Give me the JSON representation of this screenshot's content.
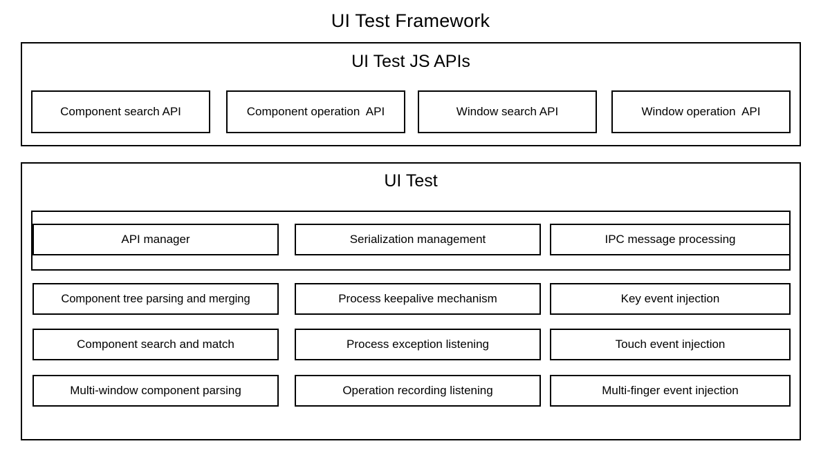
{
  "diagram": {
    "title": "UI Test Framework",
    "sections": [
      {
        "id": "ui-test-js-apis",
        "heading": "UI Test JS APIs",
        "nodes": [
          "Component search API",
          "Component operation  API",
          "Window search API",
          "Window operation  API"
        ]
      },
      {
        "id": "ui-test",
        "heading": "UI Test",
        "grouped_row": [
          "API manager",
          "Serialization management",
          "IPC message processing"
        ],
        "rows": [
          [
            "Component tree parsing and merging",
            "Process keepalive mechanism",
            "Key event injection"
          ],
          [
            "Component search and match",
            "Process exception listening",
            "Touch event injection"
          ],
          [
            "Multi-window component parsing",
            "Operation recording listening",
            "Multi-finger event injection"
          ]
        ]
      }
    ]
  },
  "style": {
    "background_color": "#ffffff",
    "line_color": "#000000",
    "text_color": "#000000"
  }
}
